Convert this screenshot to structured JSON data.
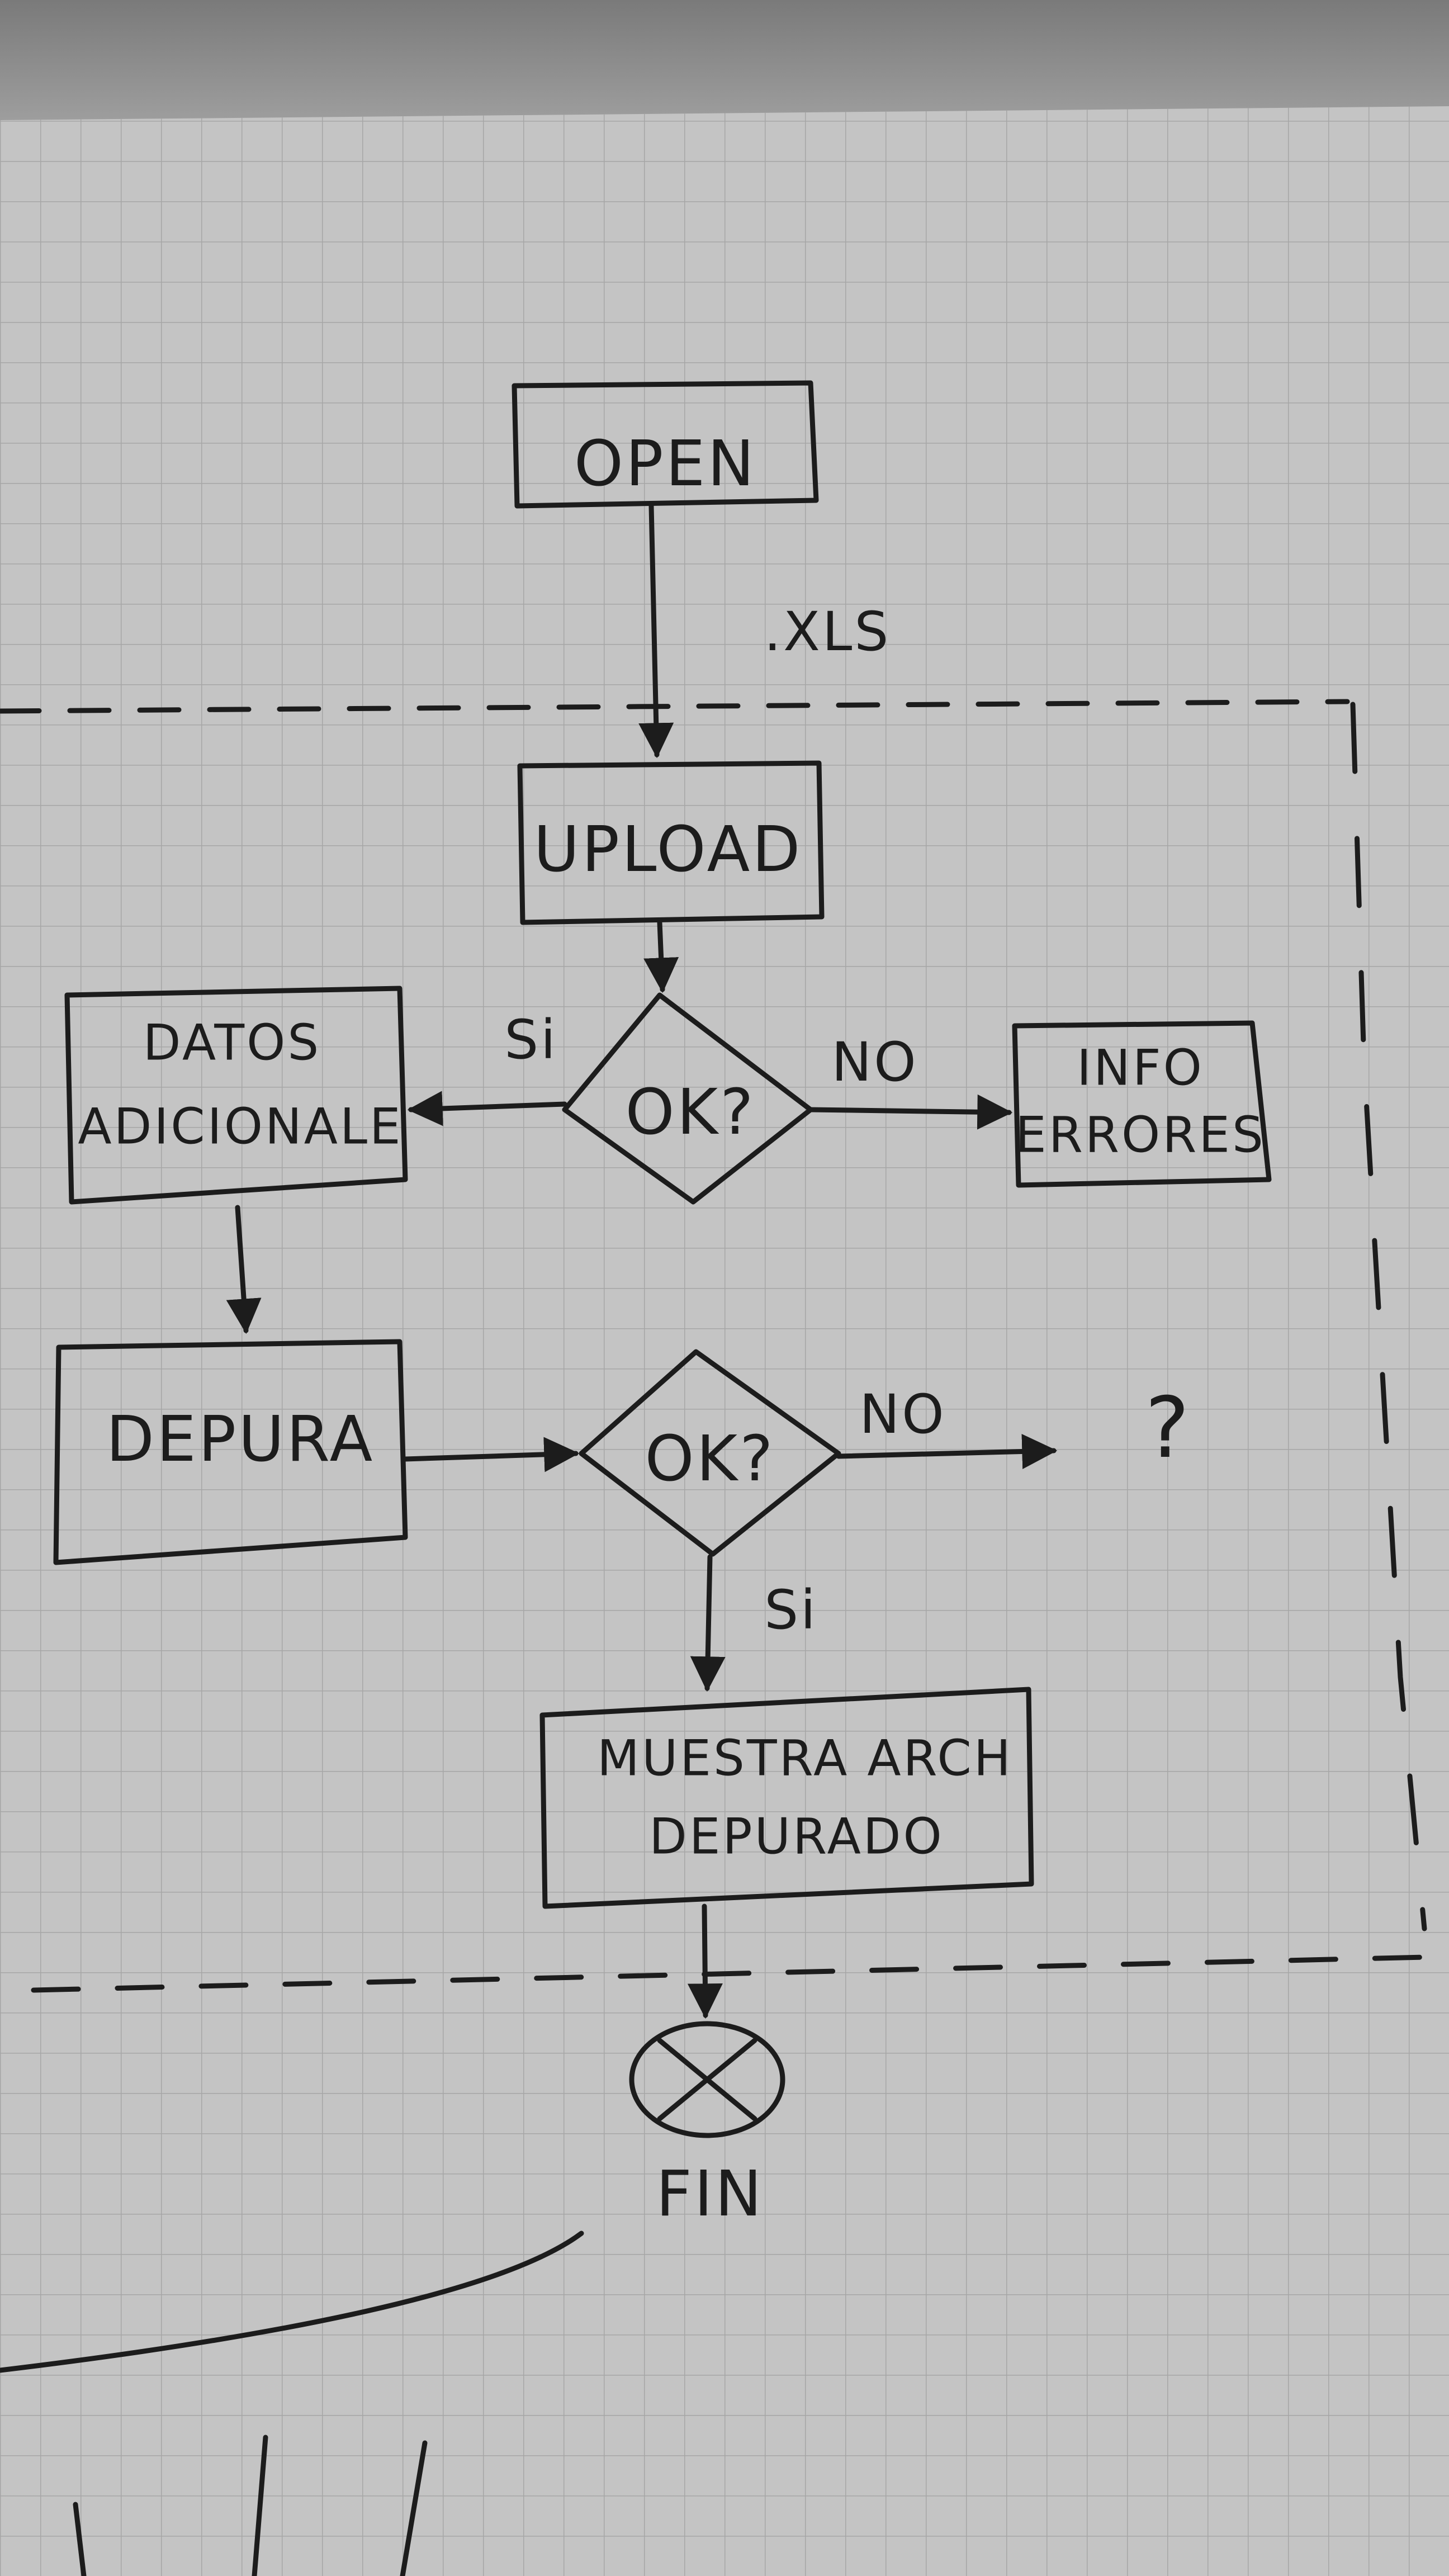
{
  "diagram": {
    "nodes": {
      "open": "OPEN",
      "upload": "UPLOAD",
      "ok1": "OK?",
      "datos_line1": "DATOS",
      "datos_line2": "ADICIONALE",
      "info_line1": "INFO",
      "info_line2": "ERRORES",
      "depura": "DEPURA",
      "ok2": "OK?",
      "unknown": "?",
      "muestra_line1": "MUESTRA ARCH",
      "muestra_line2": "DEPURADO",
      "fin": "FIN"
    },
    "edge_labels": {
      "xls": ".XLS",
      "ok1_yes": "Si",
      "ok1_no": "NO",
      "ok2_no": "NO",
      "ok2_yes": "Si"
    }
  },
  "colors": {
    "paper": "#c4c4c4",
    "grid": "#a8a8a8",
    "ink": "#1c1c1c",
    "shadow": "#8f8f8f"
  }
}
